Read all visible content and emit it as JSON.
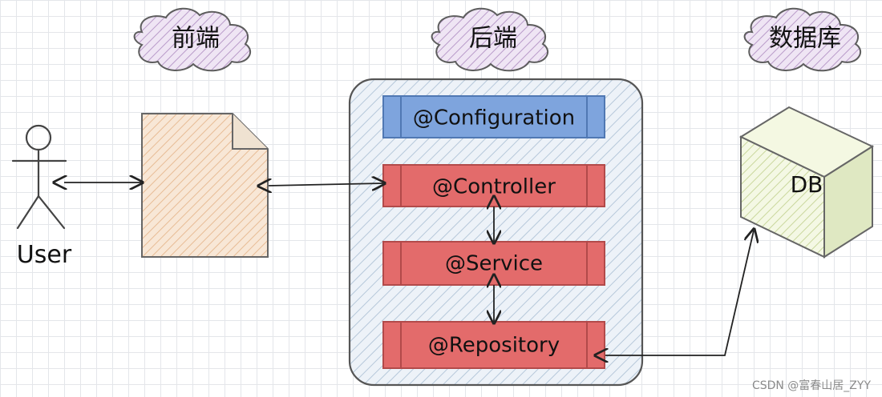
{
  "clouds": {
    "frontend": "前端",
    "backend": "后端",
    "database": "数据库"
  },
  "user": {
    "label": "User"
  },
  "layers": {
    "configuration": "@Configuration",
    "controller": "@Controller",
    "service": "@Service",
    "repository": "@Repository"
  },
  "database": {
    "label": "DB"
  },
  "watermark": "CSDN @富春山居_ZYY",
  "colors": {
    "blue_layer": "#7ea4dd",
    "red_layer": "#e36b6b",
    "cloud_fill": "#e6d7ee",
    "page_fill": "#f5dcc5",
    "db_front": "#eef3d7",
    "db_top": "#f4f7e0",
    "db_side": "#dde6c0",
    "backend_container": "#dde7f2"
  }
}
